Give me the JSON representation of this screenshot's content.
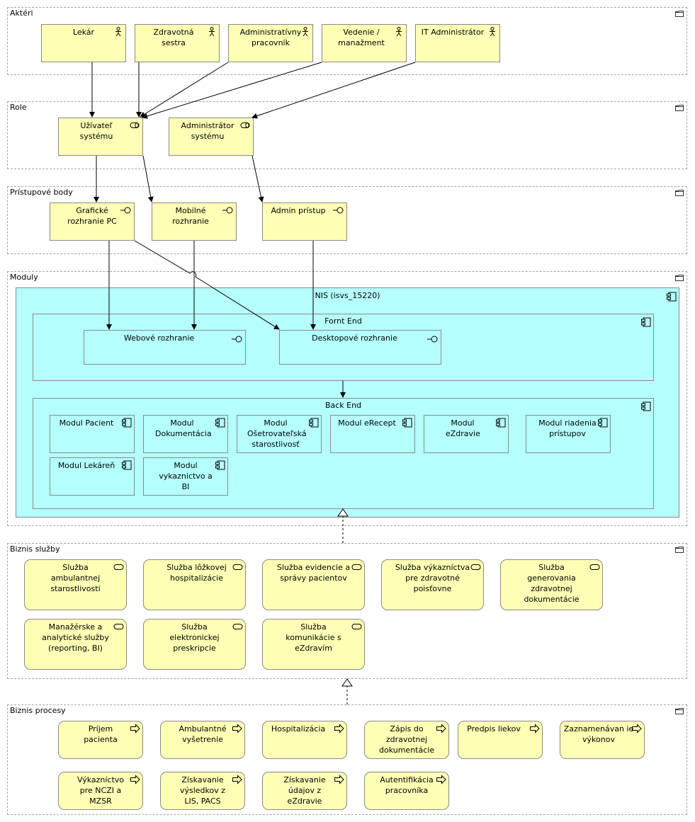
{
  "groups": {
    "actors": "Aktéri",
    "roles": "Role",
    "access": "Prístupové body",
    "modules": "Moduly",
    "business_services": "Biznis služby",
    "business_processes": "Biznis procesy"
  },
  "actors": {
    "lekar": "Lekár",
    "sestra": "Zdravotná sestra",
    "admin_prac": "Administratívny pracovník",
    "vedenie": "Vedenie / manažment",
    "it_admin": "IT Administrátor"
  },
  "roles": {
    "uzivatel": "Užívateľ systému",
    "admin_sys": "Administrátor systému"
  },
  "access": {
    "pc": "Grafické rozhranie PC",
    "mobil": "Mobilné rozhranie",
    "admin": "Admin prístup"
  },
  "modules": {
    "nis": "NIS (isvs_15220)",
    "frontend": "Fornt End",
    "web": "Webové rozhranie",
    "desktop": "Desktopové rozhranie",
    "backend": "Back End",
    "pacient": "Modul Pacient",
    "dokumentacia": "Modul Dokumentácia",
    "osetrovatelska": "Modul Ošetrovateľská starostlivosť",
    "erecept": "Modul eRecept",
    "ezdravie": "Modul eZdravie",
    "riadenie": "Modul riadenia prístupov",
    "lekaren": "Modul Lekáreň",
    "vykaznictvo": "Modul vykaznictvo a BI"
  },
  "services": {
    "ambulantna": "Služba ambulantnej starostlivosti",
    "lozkova": "Služba lôžkovej hospitalizácie",
    "evidencia": "Služba evidencie a správy pacientov",
    "vykaznictvo": "Služba výkazníctva pre zdravotné poisťovne",
    "generovanie": "Služba generovania zdravotnej dokumentácie",
    "manazerske": "Manažérske a analytické služby (reporting, BI)",
    "preskripcia": "Služba elektronickej preskripcie",
    "komunikacia": "Služba komunikácie s eZdravím"
  },
  "processes": {
    "prijem": "Príjem pacienta",
    "ambulantne": "Ambulantné vyšetrenie",
    "hospitalizacia": "Hospitalizácia",
    "zapis": "Zápis do zdravotnej dokumentácie",
    "predpis": "Predpis liekov",
    "zaznamenavanie": "Zaznamenávan ie výkonov",
    "vykaznictvo_nczi": "Výkazníctvo pre NCZI a MZSR",
    "lis": "Získavanie výsledkov z LIS, PACS",
    "ezdravie": "Získavanie údajov z eZdravie",
    "autentifikacia": "Autentifikácia pracovníka"
  },
  "colors": {
    "yellow": "#ffffb5",
    "cyan": "#b5ffff",
    "border": "#8a8a8a"
  }
}
